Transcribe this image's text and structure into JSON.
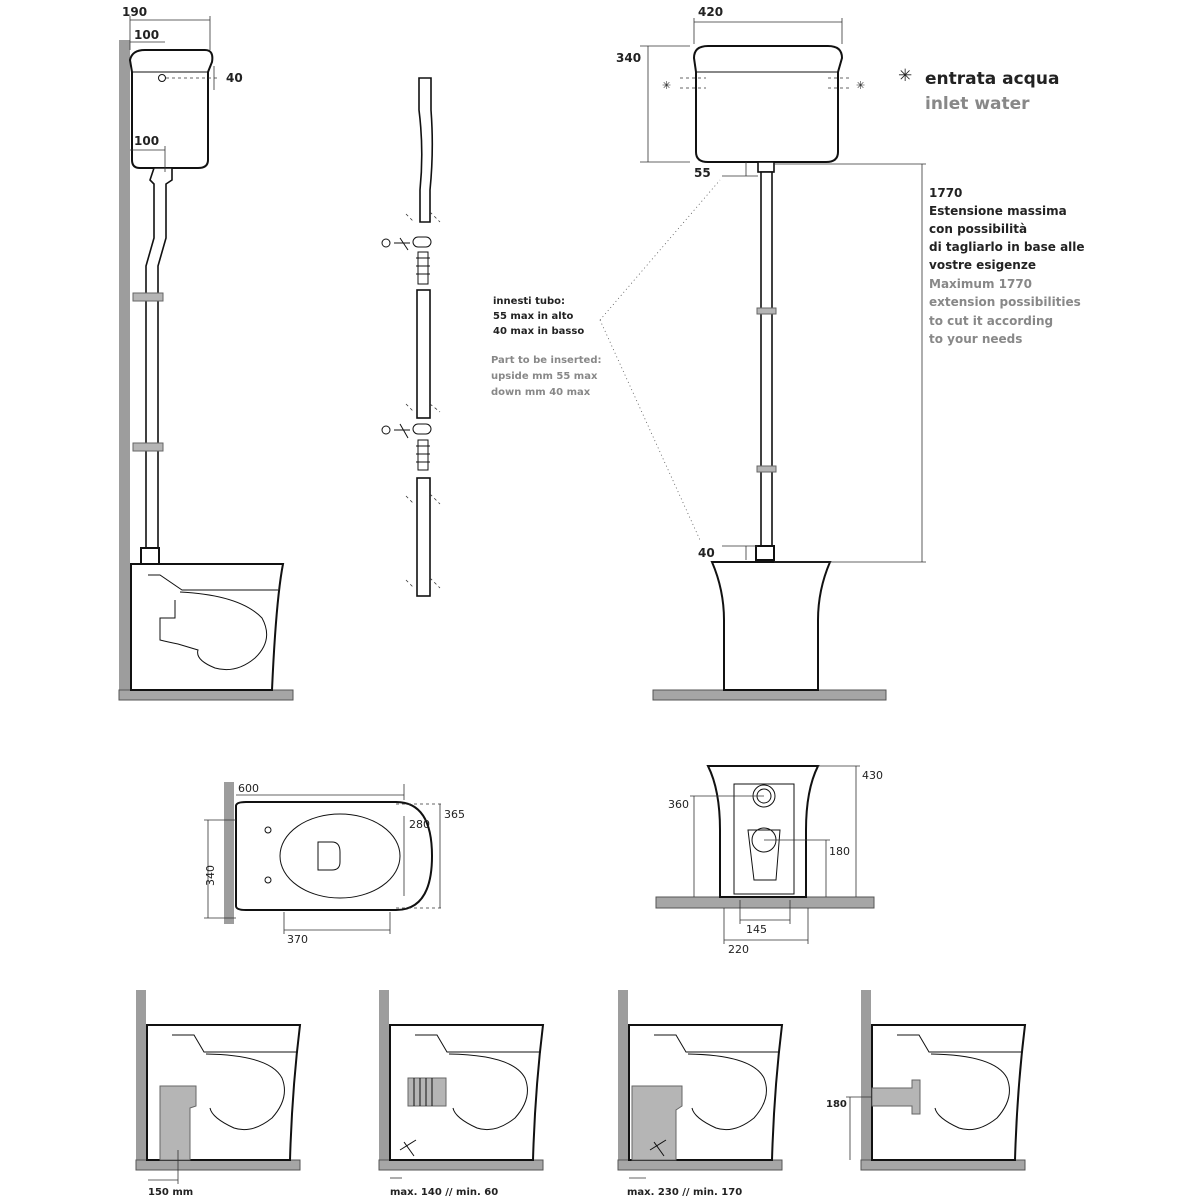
{
  "side_view": {
    "dim_width_190": "190",
    "dim_depth_100_top": "100",
    "dim_inlet_40": "40",
    "dim_depth_100_bottom": "100"
  },
  "pipe_kit": {
    "note_it": [
      "innesti tubo:",
      "55 max in alto",
      "40 max in basso"
    ],
    "note_en": [
      "Part to be inserted:",
      "upside mm 55 max",
      "down mm 40 max"
    ]
  },
  "front_view": {
    "dim_width_420": "420",
    "dim_height_340": "340",
    "dim_top_55": "55",
    "dim_bottom_40": "40",
    "dim_1770": "1770",
    "note_it": [
      "Estensione massima",
      "con possibilità",
      "di tagliarlo in base alle",
      "vostre esigenze"
    ],
    "note_en": [
      "Maximum 1770",
      "extension possibilities",
      "to cut it according",
      "to your needs"
    ]
  },
  "legend": {
    "symbol": "✳",
    "label_it": "entrata acqua",
    "label_en": "inlet water"
  },
  "top_view": {
    "dim_600": "600",
    "dim_365": "365",
    "dim_280": "280",
    "dim_340": "340",
    "dim_370": "370"
  },
  "rear_view": {
    "dim_430": "430",
    "dim_360": "360",
    "dim_180": "180",
    "dim_145": "145",
    "dim_220": "220"
  },
  "outlet_variants": [
    {
      "caption": "150 mm"
    },
    {
      "caption": "max. 140 // min. 60"
    },
    {
      "caption": "max. 230 // min. 170"
    },
    {
      "caption": "",
      "dim": "180"
    }
  ]
}
